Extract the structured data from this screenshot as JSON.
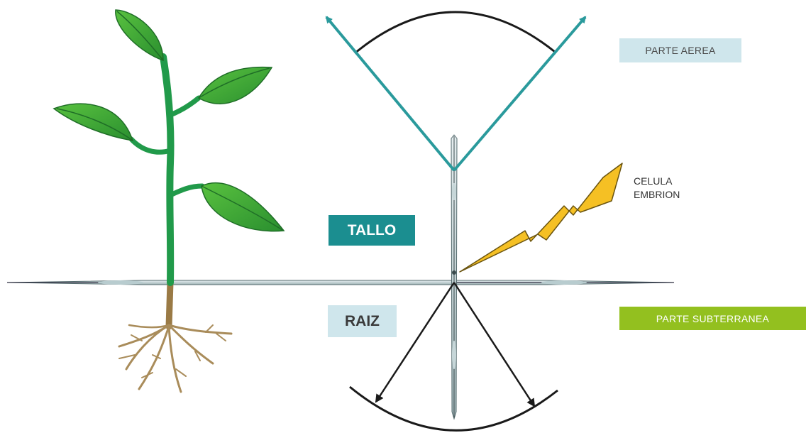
{
  "labels": {
    "parte_aerea": "PARTE AEREA",
    "tallo": "TALLO",
    "raiz": "RAIZ",
    "parte_subterranea": "PARTE SUBTERRANEA",
    "celula": "CELULA",
    "embrion": "EMBRION"
  },
  "colors": {
    "stem_green": "#219a4a",
    "leaf_green": "#3bab3b",
    "root_brown": "#a98c5a",
    "aerial_arrow": "#2a9a9c",
    "bolt_yellow": "#f5c024",
    "tallo_bg": "#1b8e90",
    "light_label_bg": "#cfe6ec",
    "subterranea_bg": "#93c01f"
  }
}
